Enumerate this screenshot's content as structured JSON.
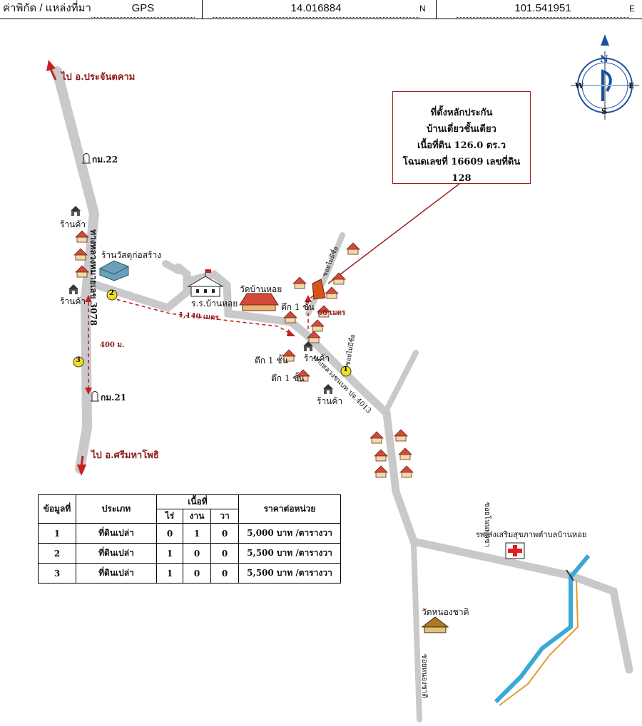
{
  "header": {
    "coord_label": "ค่าพิกัด / แหล่งที่มา",
    "source": "GPS",
    "lat": "14.016884",
    "lat_suffix": "N",
    "lon": "101.541951",
    "lon_suffix": "E"
  },
  "compass": {
    "n": "N",
    "s": "S",
    "e": "E",
    "w": "W"
  },
  "callout": {
    "line1": "ที่ตั้งหลักประกัน",
    "line2": "บ้านเดี่ยวชั้นเดียว",
    "line3": "เนื้อที่ดิน 126.0 ตร.ว",
    "line4": "โฉนดเลขที่ 16609 เลขที่ดิน 128"
  },
  "labels": {
    "north_dest": "ไป อ.ประจันตคาม",
    "south_dest": "ไป อ.ศรีมหาโพธิ",
    "km22": "กม.22",
    "km21": "กม.21",
    "shop": "ร้านค้า",
    "hardware": "ร้านวัสดุก่อสร้าง",
    "hwy": "ทางหลวงหมายเลข 3078",
    "school": "ร.ร.บ้านหอย",
    "temple": "วัดบ้านหอย",
    "dist_1140": "1,140 เมตร",
    "dist_400": "400 ม.",
    "dist_60": "60 เมตร",
    "building1": "ตึก 1 ชั้น",
    "soi_a": "ซอยไม่มีชื่อ",
    "soi_b": "ซอยไม่มีชื่อ",
    "rural_rd": "ทางหลวงชนบท ปจ.4013",
    "hospital": "รพ.ส่งเสริมสุขภาพตำบลบ้านหอย",
    "soi_c": "ซอยโนนพุดซา",
    "wat2": "วัดหนองชาติ",
    "soi_d": "ซอยหนองชาติ",
    "m1": "1",
    "m2": "2",
    "m3": "3"
  },
  "table": {
    "col_no": "ข้อมูลที่",
    "col_type": "ประเภท",
    "col_area": "เนื้อที่",
    "col_rai": "ไร่",
    "col_ngan": "งาน",
    "col_wa": "วา",
    "col_price": "ราคาต่อหน่วย",
    "rows": [
      {
        "no": "1",
        "type": "ที่ดินเปล่า",
        "rai": "0",
        "ngan": "1",
        "wa": "0",
        "price": "5,000 บาท /ตารางวา"
      },
      {
        "no": "2",
        "type": "ที่ดินเปล่า",
        "rai": "1",
        "ngan": "0",
        "wa": "0",
        "price": "5,500 บาท /ตารางวา"
      },
      {
        "no": "3",
        "type": "ที่ดินเปล่า",
        "rai": "1",
        "ngan": "0",
        "wa": "0",
        "price": "5,500 บาท /ตารางวา"
      }
    ]
  },
  "colors": {
    "road": "#c9c9cc",
    "route_dash": "#c8201f",
    "label_red": "#8b1a1a",
    "river": "#3aa9d8",
    "river_bank": "#e39a2a",
    "marker": "#f3e11b",
    "hospital_cross": "#e02020",
    "property": "#d8531b",
    "compass_blue": "#1b4fa0"
  }
}
